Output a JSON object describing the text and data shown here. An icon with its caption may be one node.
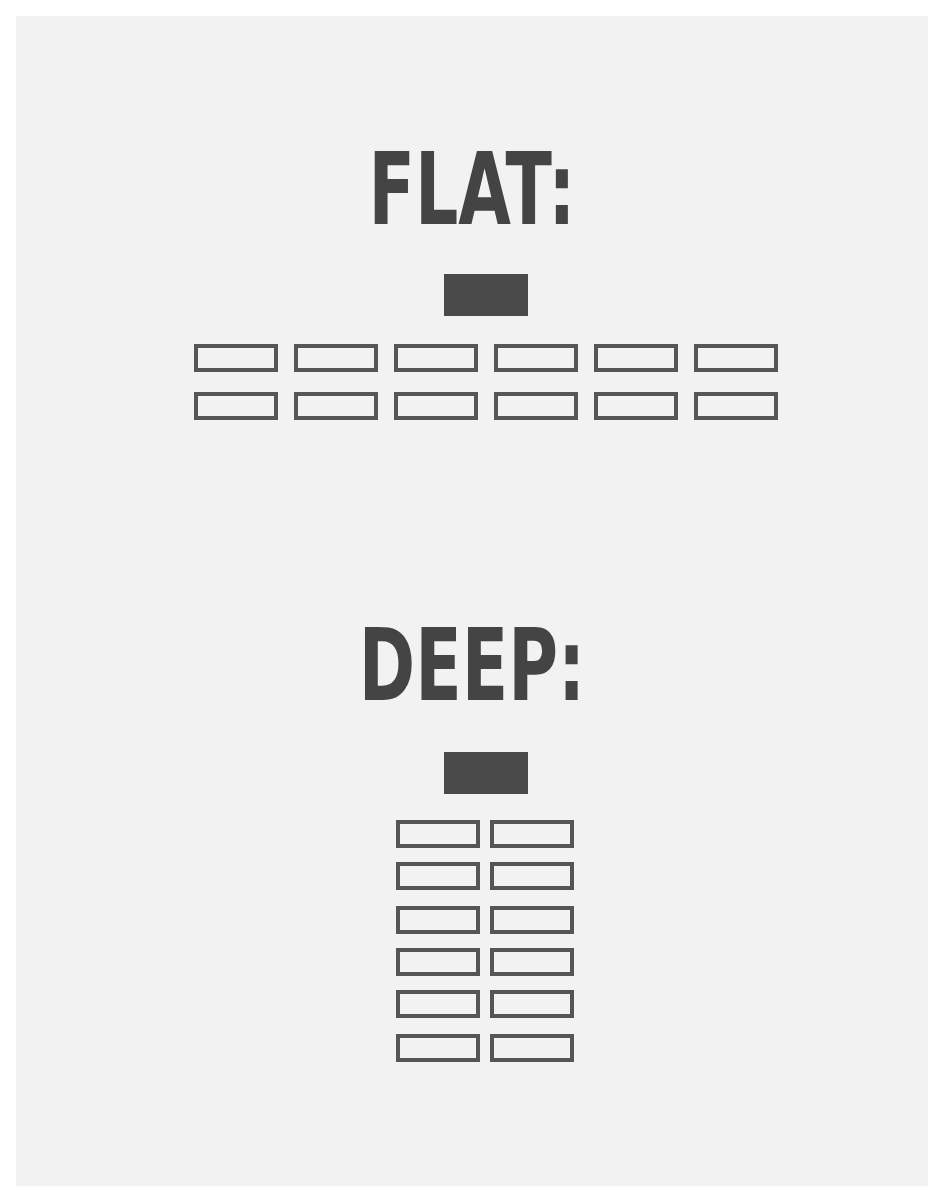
{
  "diagram": {
    "nodes": [
      {
        "text": [],
        "shape": "bar"
      },
      {
        "text": [],
        "shape": "box"
      },
      {
        "text": [],
        "shape": "box"
      },
      {
        "text": [],
        "shape": "box"
      },
      {
        "text": [],
        "shape": "box"
      },
      {
        "text": [],
        "shape": "box"
      },
      {
        "text": [],
        "shape": "box"
      },
      {
        "text": [],
        "shape": "box"
      },
      {
        "text": [],
        "shape": "box"
      },
      {
        "text": [],
        "shape": "box"
      },
      {
        "text": [],
        "shape": "box"
      },
      {
        "text": [],
        "shape": "box"
      },
      {
        "text": [],
        "shape": "box"
      },
      {
        "text": [],
        "shape": "bar"
      },
      {
        "text": [],
        "shape": "box"
      },
      {
        "text": [],
        "shape": "box"
      },
      {
        "text": [],
        "shape": "box"
      },
      {
        "text": [],
        "shape": "box"
      },
      {
        "text": [],
        "shape": "box"
      },
      {
        "text": [],
        "shape": "box"
      },
      {
        "text": [],
        "shape": "box"
      },
      {
        "text": [],
        "shape": "box"
      },
      {
        "text": [],
        "shape": "box"
      },
      {
        "text": [],
        "shape": "box"
      },
      {
        "text": [],
        "shape": "box"
      },
      {
        "text": [],
        "shape": "box"
      }
    ],
    "labels": [
      "FLAT:",
      "DEEP:"
    ]
  }
}
